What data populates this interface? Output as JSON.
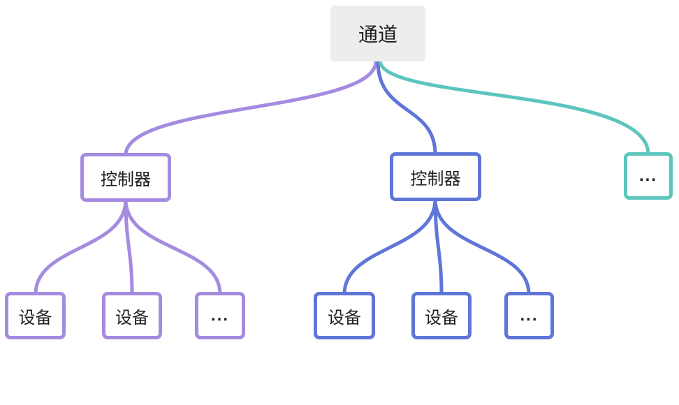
{
  "colors": {
    "purple": "#a58be0",
    "blue": "#5f76d8",
    "teal": "#5cc5be",
    "root_bg": "#ededed",
    "text": "#1f1f1f",
    "canvas": "#ffffff"
  },
  "nodes": {
    "root": {
      "label": "通道"
    },
    "branch_purple": {
      "controller": "控制器",
      "devices": [
        "设备",
        "设备",
        "..."
      ]
    },
    "branch_blue": {
      "controller": "控制器",
      "devices": [
        "设备",
        "设备",
        "..."
      ]
    },
    "branch_teal": {
      "more": "..."
    }
  }
}
